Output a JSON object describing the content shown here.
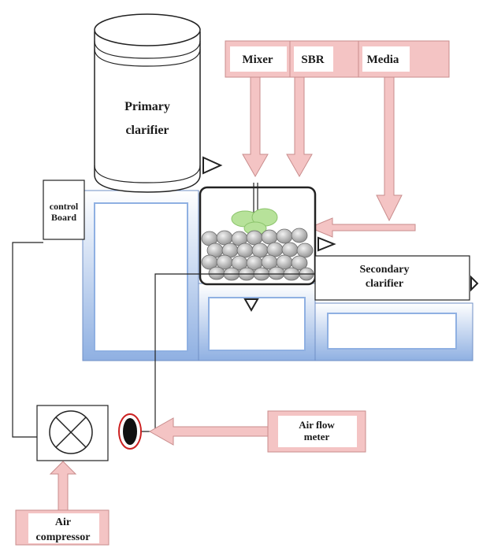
{
  "labels": {
    "primary_clarifier": [
      "Primary",
      "clarifier"
    ],
    "mixer": "Mixer",
    "sbr": "SBR",
    "media": "Media",
    "control_board": [
      "control",
      "Board"
    ],
    "secondary_clarifier": [
      "Secondary",
      "clarifier"
    ],
    "air_flow_meter": [
      "Air flow",
      "meter"
    ],
    "air_compressor": [
      "Air",
      "compressor"
    ]
  },
  "colors": {
    "pink_fill": "#f4c4c4",
    "pink_stroke": "#c98d8d",
    "tank_top": "#ffffff",
    "tank_bottom": "#8fb0e2",
    "tank_stroke": "#6f8fc6",
    "media_ball": "#bdbdbd",
    "biomass": "#a6d88a",
    "flow_meter_ring": "#cc2222",
    "line": "#222222"
  },
  "icons": [
    "valve-cross-icon",
    "flow-meter-icon",
    "outlet-triangle-icon"
  ]
}
